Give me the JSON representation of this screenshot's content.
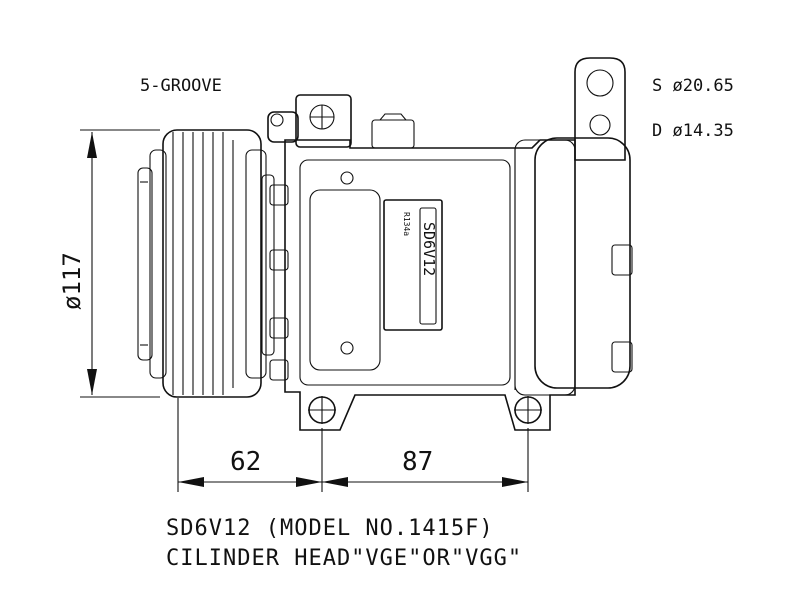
{
  "labels": {
    "pulley": "5-GROOVE",
    "suction": "S ø20.65",
    "discharge": "D ø14.35",
    "diameter": "ø117",
    "dim_a": "62",
    "dim_b": "87",
    "plate_model": "SD6V12",
    "plate_refrigerant": "R134a"
  },
  "caption": {
    "line1": "SD6V12 (MODEL NO.1415F)",
    "line2": "CILINDER HEAD\"VGE\"OR\"VGG\""
  }
}
